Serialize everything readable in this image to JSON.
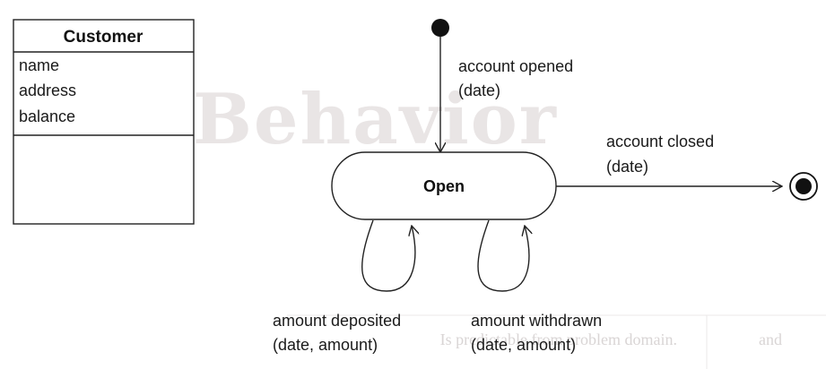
{
  "watermark": {
    "title": "Behavior",
    "row_left": "and",
    "row_text": "Is predictable from problem domain."
  },
  "class_box": {
    "name": "Customer",
    "attributes": [
      "name",
      "address",
      "balance"
    ]
  },
  "state": {
    "name": "Open"
  },
  "transitions": {
    "opened": {
      "event": "account opened",
      "params": "(date)"
    },
    "closed": {
      "event": "account closed",
      "params": "(date)"
    },
    "deposited": {
      "event": "amount deposited",
      "params": "(date, amount)"
    },
    "withdrawn": {
      "event": "amount withdrawn",
      "params": "(date, amount)"
    }
  }
}
